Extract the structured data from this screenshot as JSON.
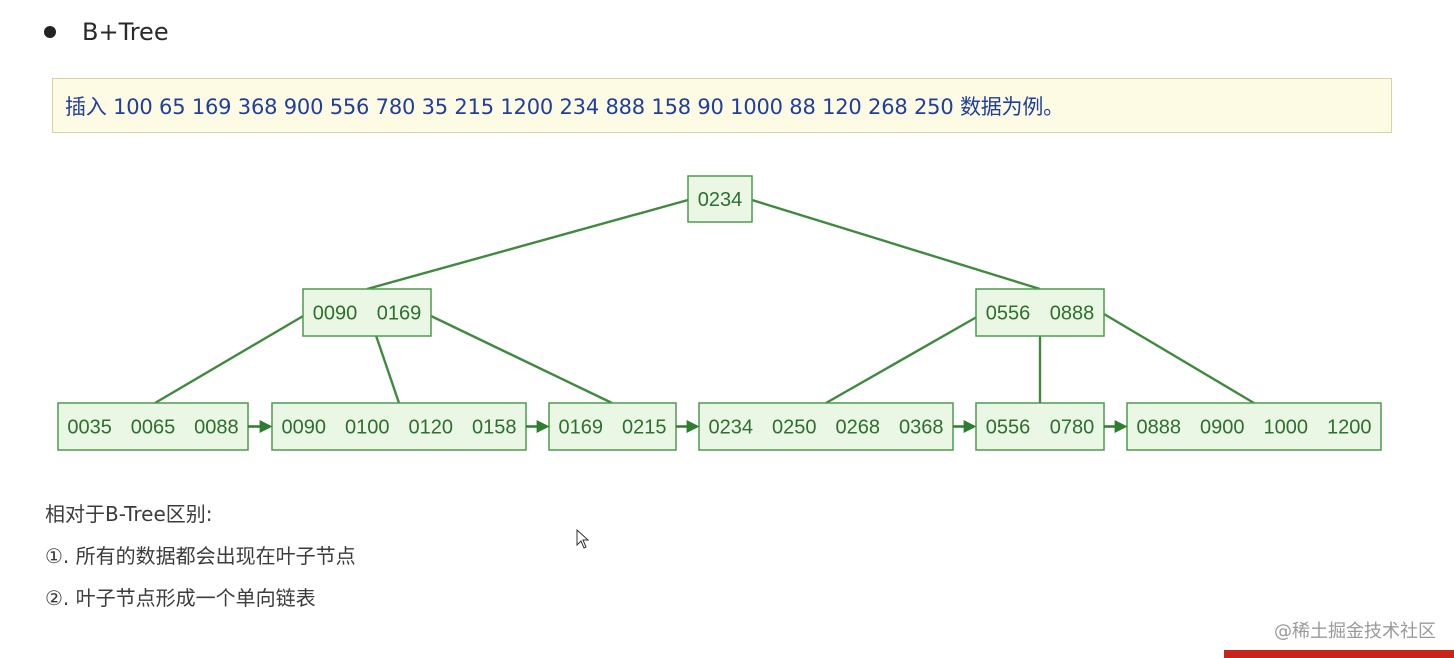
{
  "heading": {
    "text": "B+Tree"
  },
  "note": {
    "text": "插入 100 65 169 368 900 556 780 35 215 1200 234 888 158 90 1000 88 120 268 250 数据为例。"
  },
  "tree": {
    "root": {
      "keys": [
        "0234"
      ]
    },
    "level1": [
      {
        "keys": [
          "0090",
          "0169"
        ]
      },
      {
        "keys": [
          "0556",
          "0888"
        ]
      }
    ],
    "leaves": [
      {
        "keys": [
          "0035",
          "0065",
          "0088"
        ]
      },
      {
        "keys": [
          "0090",
          "0100",
          "0120",
          "0158"
        ]
      },
      {
        "keys": [
          "0169",
          "0215"
        ]
      },
      {
        "keys": [
          "0234",
          "0250",
          "0268",
          "0368"
        ]
      },
      {
        "keys": [
          "0556",
          "0780"
        ]
      },
      {
        "keys": [
          "0888",
          "0900",
          "1000",
          "1200"
        ]
      }
    ]
  },
  "differences": {
    "title": "相对于B-Tree区别:",
    "items": [
      "①. 所有的数据都会出现在叶子节点",
      "②. 叶子节点形成一个单向链表"
    ]
  },
  "watermark": "@稀土掘金技术社区"
}
